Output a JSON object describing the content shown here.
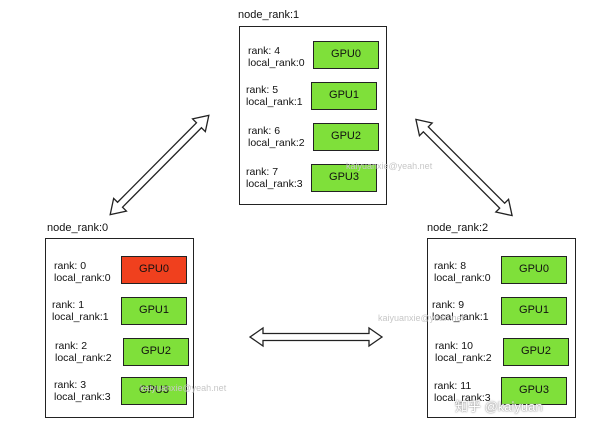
{
  "nodes": [
    {
      "label": "node_rank:1",
      "gpus": [
        {
          "rank": "rank:  4",
          "local": "local_rank:0",
          "gpu": "GPU0",
          "state": "normal"
        },
        {
          "rank": "rank:  5",
          "local": "local_rank:1",
          "gpu": "GPU1",
          "state": "normal"
        },
        {
          "rank": "rank:  6",
          "local": "local_rank:2",
          "gpu": "GPU2",
          "state": "normal"
        },
        {
          "rank": "rank:  7",
          "local": "local_rank:3",
          "gpu": "GPU3",
          "state": "normal"
        }
      ]
    },
    {
      "label": "node_rank:0",
      "gpus": [
        {
          "rank": "rank:  0",
          "local": "local_rank:0",
          "gpu": "GPU0",
          "state": "highlighted"
        },
        {
          "rank": "rank:  1",
          "local": "local_rank:1",
          "gpu": "GPU1",
          "state": "normal"
        },
        {
          "rank": "rank:  2",
          "local": "local_rank:2",
          "gpu": "GPU2",
          "state": "normal"
        },
        {
          "rank": "rank:  3",
          "local": "local_rank:3",
          "gpu": "GPU3",
          "state": "normal"
        }
      ]
    },
    {
      "label": "node_rank:2",
      "gpus": [
        {
          "rank": "rank:  8",
          "local": "local_rank:0",
          "gpu": "GPU0",
          "state": "normal"
        },
        {
          "rank": "rank:  9",
          "local": "local_rank:1",
          "gpu": "GPU1",
          "state": "normal"
        },
        {
          "rank": "rank:  10",
          "local": "local_rank:2",
          "gpu": "GPU2",
          "state": "normal"
        },
        {
          "rank": "rank:  11",
          "local": "local_rank:3",
          "gpu": "GPU3",
          "state": "normal"
        }
      ]
    }
  ],
  "colors": {
    "gpu_normal": "#7fe03a",
    "gpu_highlight": "#f0401e",
    "border": "#222222"
  },
  "watermarks": {
    "email_a": "kaiyuanxie@yeah.net",
    "email_b": "kaiyuanxie@yeah.net",
    "email_c": "kaiyuanxie@yeah.net",
    "zhihu": "知乎 @kaiyuan"
  },
  "connections": [
    {
      "from": "node_rank:0",
      "to": "node_rank:1",
      "style": "double-arrow"
    },
    {
      "from": "node_rank:1",
      "to": "node_rank:2",
      "style": "double-arrow"
    },
    {
      "from": "node_rank:0",
      "to": "node_rank:2",
      "style": "double-arrow"
    }
  ]
}
